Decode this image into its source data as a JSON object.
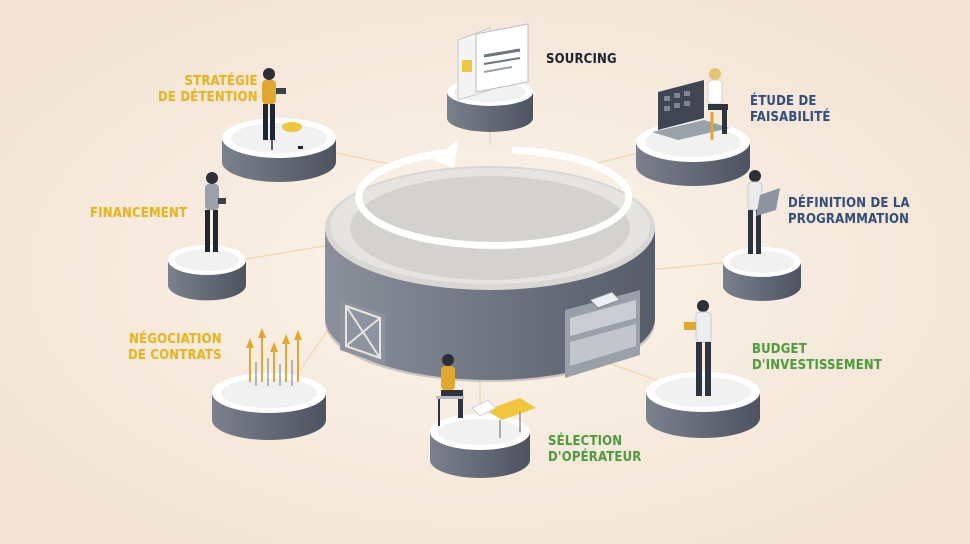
{
  "diagram": {
    "stages": [
      {
        "id": "sourcing",
        "label": "SOURCING",
        "color": "#1e2430"
      },
      {
        "id": "etude",
        "label": "ÉTUDE DE\nFAISABILITÉ",
        "color": "#33507c"
      },
      {
        "id": "definition",
        "label": "DÉFINITION DE LA\nPROGRAMMATION",
        "color": "#33507c"
      },
      {
        "id": "budget",
        "label": "BUDGET\nD'INVESTISSEMENT",
        "color": "#4f9e3c"
      },
      {
        "id": "selection",
        "label": "SÉLECTION\nD'OPÉRATEUR",
        "color": "#4f9e3c"
      },
      {
        "id": "negociation",
        "label": "NÉGOCIATION\nDE CONTRATS",
        "color": "#e8b71a"
      },
      {
        "id": "financement",
        "label": "FINANCEMENT",
        "color": "#e8b71a"
      },
      {
        "id": "strategie",
        "label": "STRATÉGIE\nDE DÉTENTION",
        "color": "#e8b71a"
      }
    ],
    "center_symbol": "circular-arrow-icon",
    "colors": {
      "background": "#f6ebe0",
      "platform_top": "#ffffff",
      "platform_side": "#5e6573",
      "central_top": "#dcdcdc",
      "central_side": "#6e7482",
      "figure_accent": "#e2a72e"
    }
  }
}
